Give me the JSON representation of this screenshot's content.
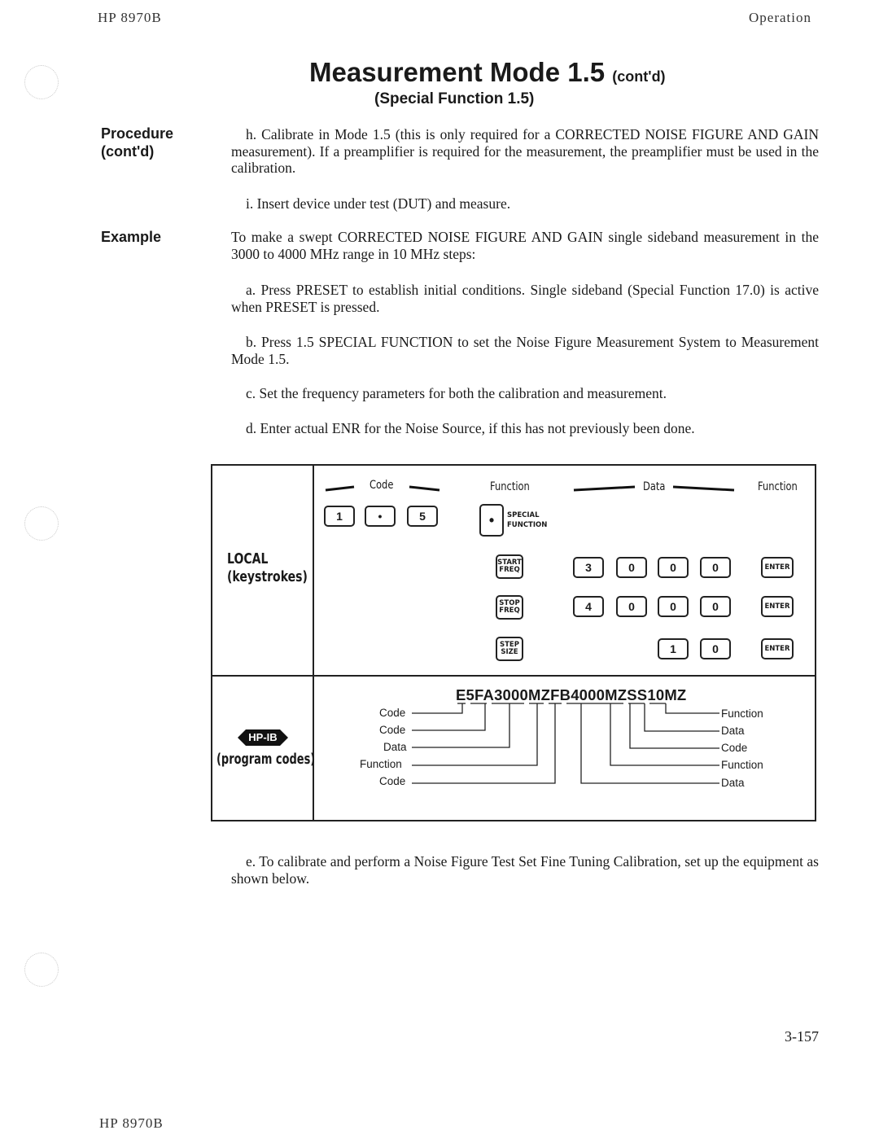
{
  "page": {
    "header_left": "HP 8970B",
    "header_right": "Operation",
    "title": "Measurement Mode 1.5",
    "title_suffix": "(cont'd)",
    "subtitle": "(Special Function 1.5)",
    "page_number": "3-157",
    "footer_left": "HP 8970B"
  },
  "sidebar": {
    "procedure_line1": "Procedure",
    "procedure_line2": "(cont'd)",
    "example": "Example"
  },
  "body": {
    "step_h": "h. Calibrate in Mode 1.5 (this is only required for a CORRECTED NOISE FIGURE AND GAIN measurement). If a preamplifier is required for the measurement, the preamplifier must be used in the calibration.",
    "step_i": "i. Insert device under test (DUT) and measure.",
    "example_intro": "To make a swept CORRECTED NOISE FIGURE AND GAIN single sideband measurement in the 3000 to 4000 MHz range in 10 MHz steps:",
    "step_a": "a. Press PRESET to establish initial conditions. Single sideband (Special Function 17.0) is active when PRESET is pressed.",
    "step_b": "b. Press 1.5 SPECIAL FUNCTION to set the Noise Figure Measurement System to Measurement Mode 1.5.",
    "step_c": "c. Set the frequency parameters for both the calibration and measurement.",
    "step_d": "d. Enter actual ENR for the Noise Source, if this has not previously been done.",
    "step_e": "e. To calibrate and perform a Noise Figure Test Set Fine Tuning Calibration, set up the equipment as shown below."
  },
  "table": {
    "col_code": "Code",
    "col_function": "Function",
    "col_data": "Data",
    "col_function2": "Function",
    "local_line1": "LOCAL",
    "local_line2": "(keystrokes)",
    "hpib_badge": "HP-IB",
    "program_codes": "(program codes)",
    "code_keys": [
      "1",
      "•",
      "5"
    ],
    "special_dot": "•",
    "special_line1": "SPECIAL",
    "special_line2": "FUNCTION",
    "rows": [
      {
        "fn_line1": "START",
        "fn_line2": "FREQ",
        "digits": [
          "3",
          "0",
          "0",
          "0"
        ],
        "enter": "ENTER"
      },
      {
        "fn_line1": "STOP",
        "fn_line2": "FREQ",
        "digits": [
          "4",
          "0",
          "0",
          "0"
        ],
        "enter": "ENTER"
      },
      {
        "fn_line1": "STEP",
        "fn_line2": "SIZE",
        "digits": [
          "1",
          "0"
        ],
        "enter": "ENTER"
      }
    ],
    "program_string": "E5FA3000MZFB4000MZSS10MZ",
    "left_labels": [
      "Code",
      "Code",
      "Data",
      "Function",
      "Code"
    ],
    "right_labels": [
      "Function",
      "Data",
      "Code",
      "Function",
      "Data"
    ]
  }
}
